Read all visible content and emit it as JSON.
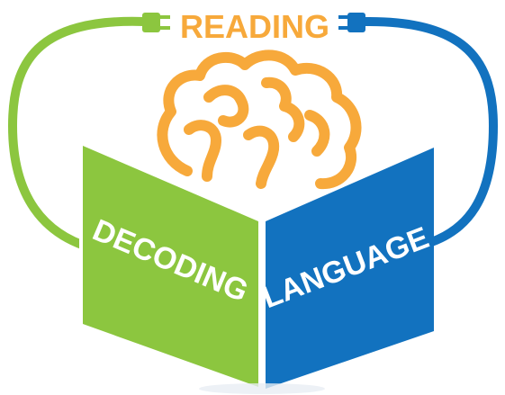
{
  "title": "READING",
  "left_panel": {
    "label": "DECODING"
  },
  "right_panel": {
    "label": "LANGUAGE"
  },
  "colors": {
    "green": "#8CC63F",
    "blue": "#1272BF",
    "orange": "#F7A93B",
    "white": "#FFFFFF"
  },
  "icons": [
    "brain-icon",
    "left-plug-icon",
    "right-plug-icon",
    "book-icon"
  ]
}
